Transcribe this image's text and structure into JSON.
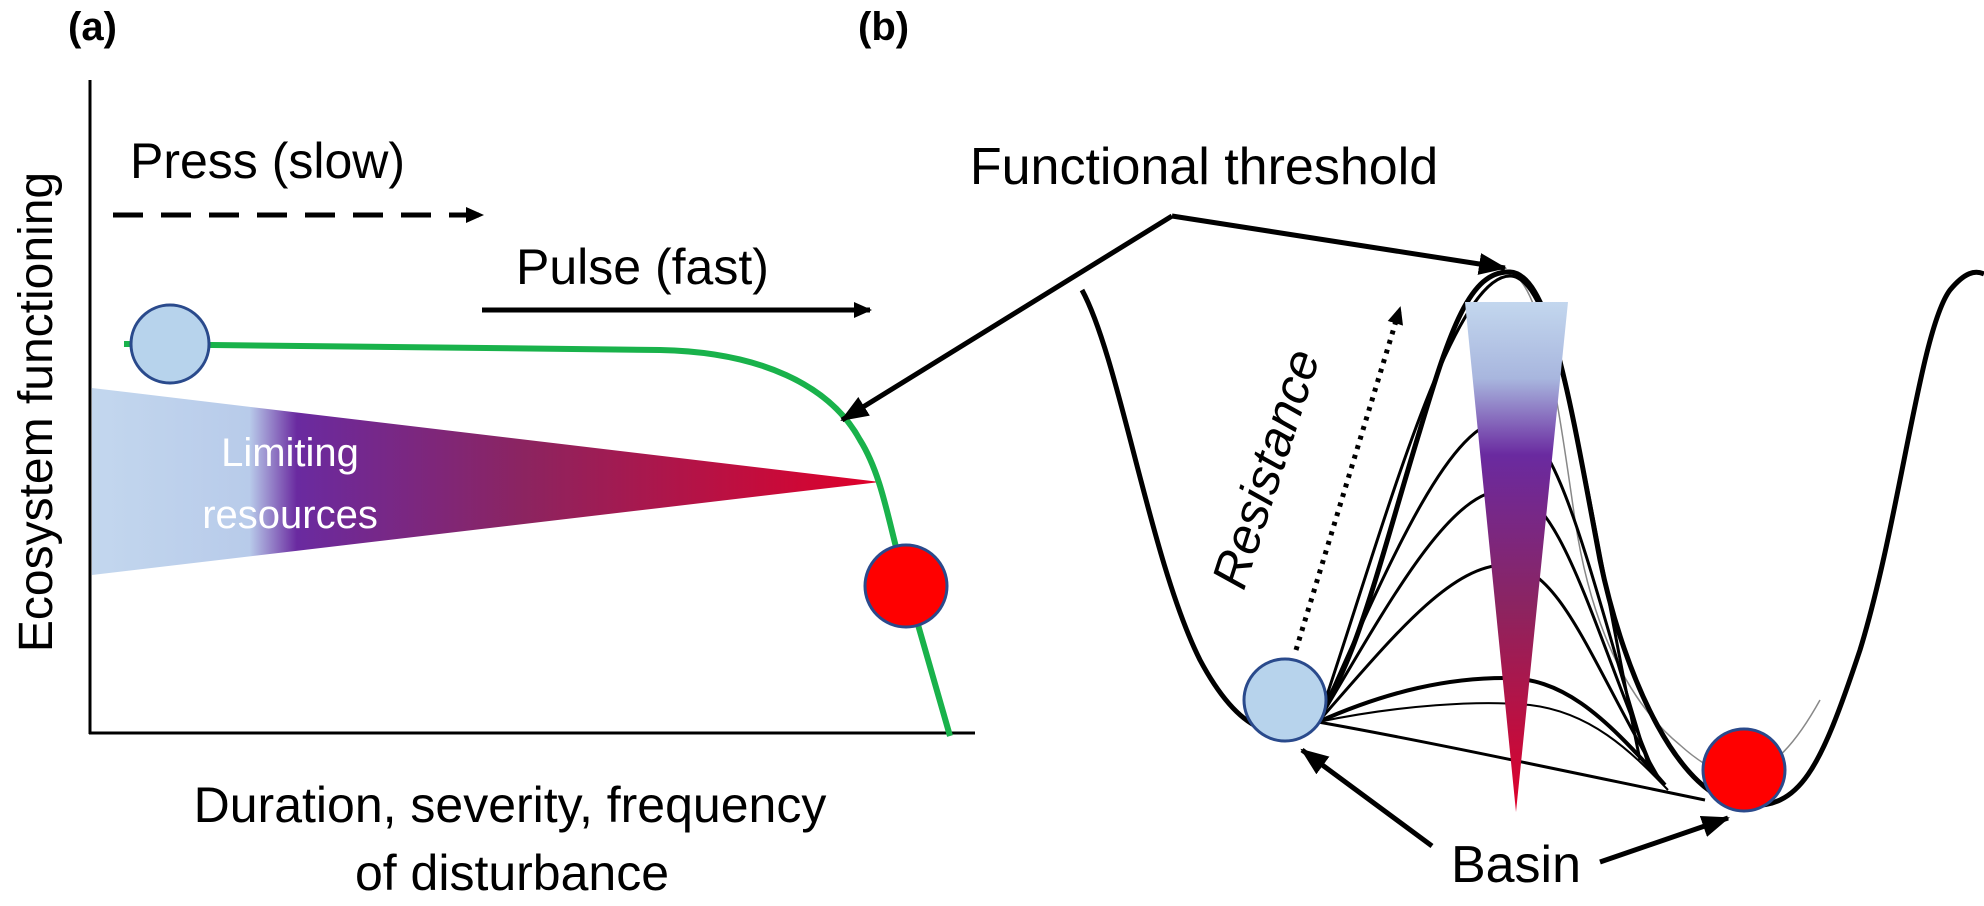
{
  "panel_a": {
    "label": "(a)",
    "y_axis_label": "Ecosystem functioning",
    "x_axis_label_line1": "Duration, severity, frequency",
    "x_axis_label_line2": "of disturbance",
    "press_label": "Press (slow)",
    "pulse_label": "Pulse (fast)",
    "wedge_label_line1": "Limiting",
    "wedge_label_line2": "resources"
  },
  "panel_b": {
    "label": "(b)",
    "threshold_label": "Functional threshold",
    "resistance_label": "Resistance",
    "basin_label": "Basin"
  },
  "colors": {
    "curve": "#19b24b",
    "ball_healthy": "#b7d3ec",
    "ball_degraded": "#ff0000",
    "ball_stroke": "#2a4a8c",
    "gradient_light": "#c3d7ee",
    "gradient_mid": "#6a2aa0",
    "gradient_dark": "#e0002a",
    "ink": "#000000"
  }
}
